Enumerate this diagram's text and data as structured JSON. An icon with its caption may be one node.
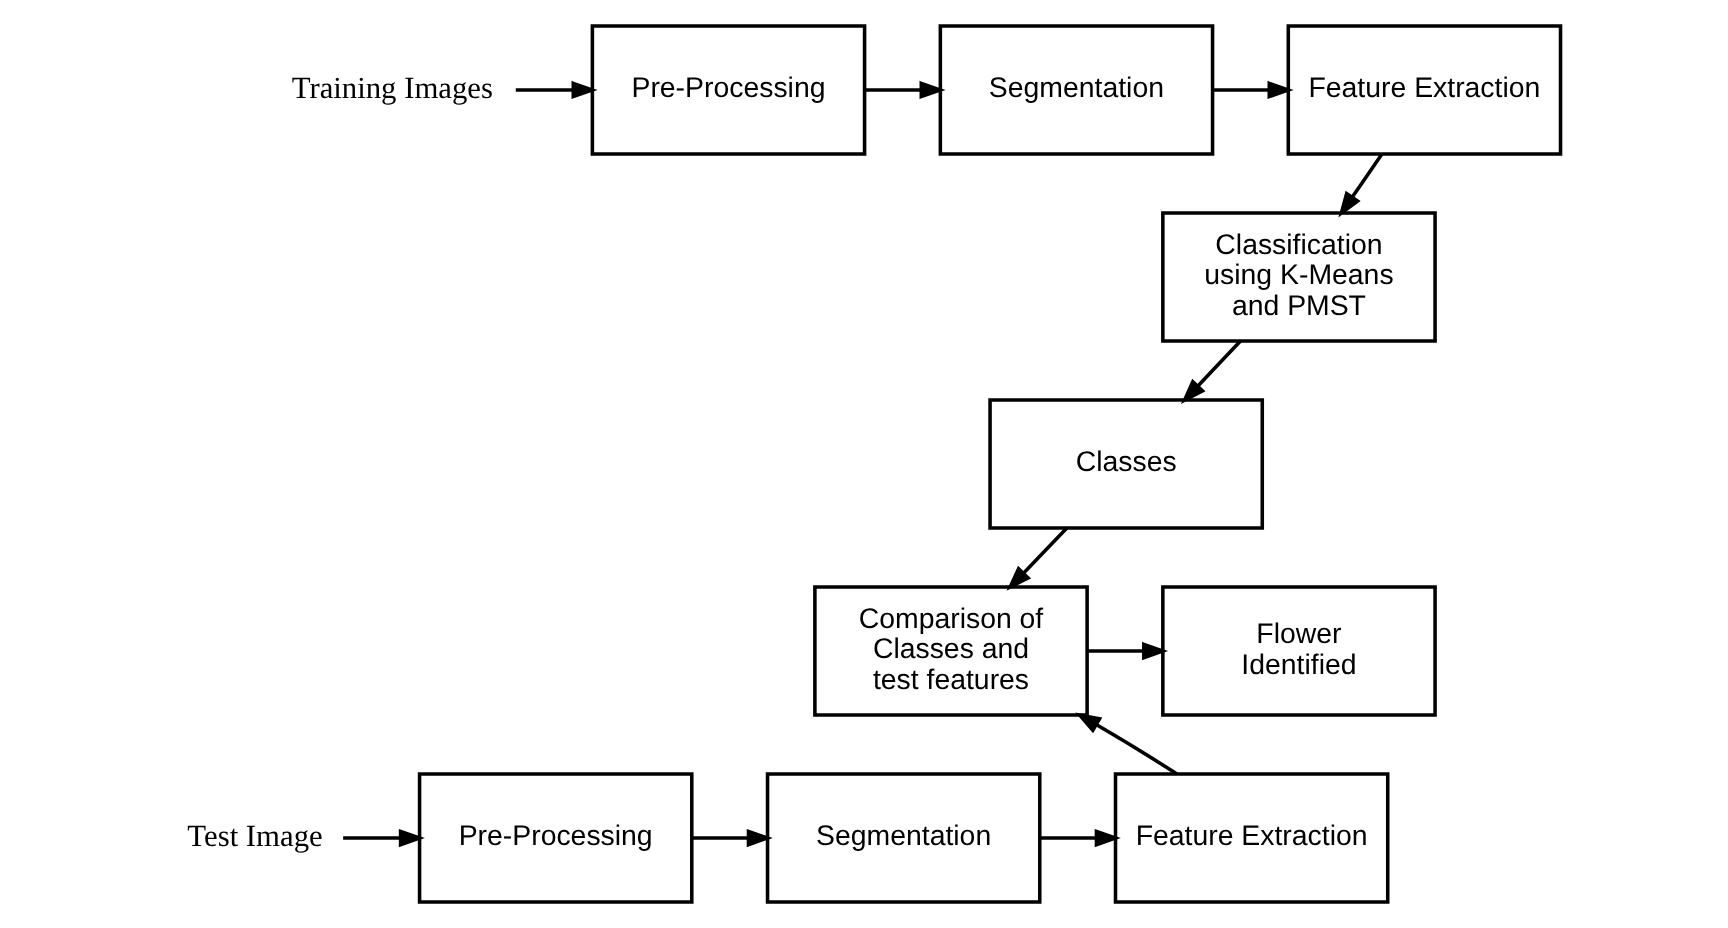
{
  "diagram": {
    "nodes": [
      {
        "text": [
          "Training Images"
        ]
      },
      {
        "text": [
          "Pre-Processing"
        ]
      },
      {
        "text": [
          "Segmentation"
        ]
      },
      {
        "text": [
          "Feature Extraction"
        ]
      },
      {
        "text": [
          "Classification using K-Means and PMST"
        ]
      },
      {
        "text": [
          "Classes"
        ]
      },
      {
        "text": [
          "Comparison of Classes and test features"
        ]
      },
      {
        "text": [
          "Flower Identified"
        ]
      },
      {
        "text": [
          "Test Image"
        ]
      },
      {
        "text": [
          "Pre-Processing"
        ]
      },
      {
        "text": [
          "Segmentation"
        ]
      },
      {
        "text": [
          "Feature Extraction"
        ]
      }
    ],
    "edges": [
      {
        "from": 0,
        "to": 1,
        "arrow": "to"
      },
      {
        "from": 1,
        "to": 2,
        "arrow": "to"
      },
      {
        "from": 2,
        "to": 3,
        "arrow": "to"
      },
      {
        "from": 3,
        "to": 4,
        "arrow": "to"
      },
      {
        "from": 4,
        "to": 5,
        "arrow": "to"
      },
      {
        "from": 5,
        "to": 6,
        "arrow": "to"
      },
      {
        "from": 6,
        "to": 7,
        "arrow": "to"
      },
      {
        "from": 8,
        "to": 9,
        "arrow": "to"
      },
      {
        "from": 9,
        "to": 10,
        "arrow": "to"
      },
      {
        "from": 10,
        "to": 11,
        "arrow": "to"
      },
      {
        "from": 11,
        "to": 6,
        "arrow": "to"
      }
    ]
  }
}
